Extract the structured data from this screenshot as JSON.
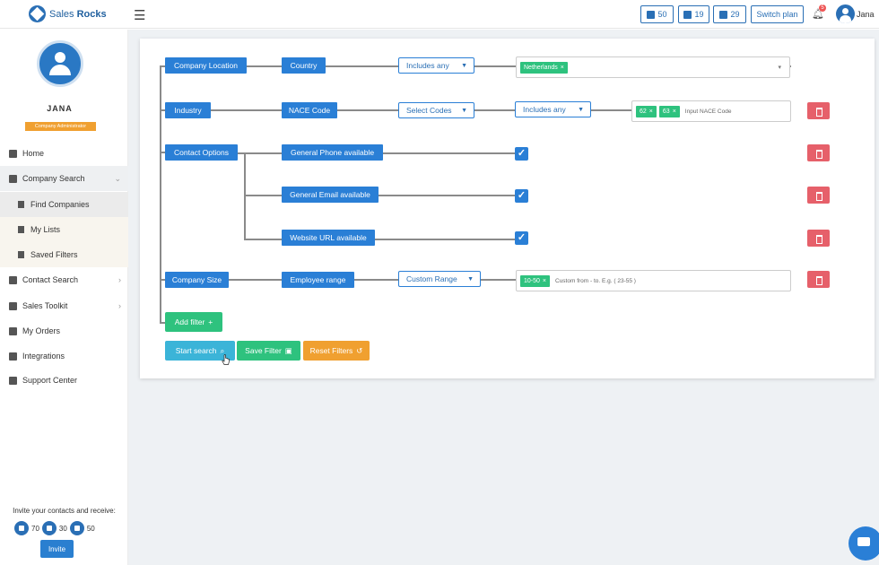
{
  "app": {
    "brand_prefix": "Sales",
    "brand_bold": "Rocks"
  },
  "topbar": {
    "credits": [
      {
        "icon": "building-icon",
        "value": "50"
      },
      {
        "icon": "contact-card-icon",
        "value": "19"
      },
      {
        "icon": "briefcase-icon",
        "value": "29"
      }
    ],
    "switch_plan": "Switch plan",
    "notification_count": "5",
    "user": "Jana"
  },
  "sidebar": {
    "name": "JANA",
    "role": "Company Administrator",
    "items": [
      {
        "label": "Home",
        "icon": "home-icon"
      },
      {
        "label": "Company Search",
        "icon": "building-icon"
      },
      {
        "label": "Find Companies",
        "icon": "document-icon"
      },
      {
        "label": "My Lists",
        "icon": "list-icon"
      },
      {
        "label": "Saved Filters",
        "icon": "search-icon"
      },
      {
        "label": "Contact Search",
        "icon": "contact-card-icon"
      },
      {
        "label": "Sales Toolkit",
        "icon": "briefcase-icon"
      },
      {
        "label": "My Orders",
        "icon": "cart-icon"
      },
      {
        "label": "Integrations",
        "icon": "gear-icon"
      },
      {
        "label": "Support Center",
        "icon": "question-icon"
      }
    ],
    "invite_text": "Invite your contacts and receive:",
    "invite_rewards": [
      "70",
      "30",
      "50"
    ],
    "invite_button": "Invite"
  },
  "filters": {
    "company_location": {
      "label": "Company Location",
      "field": "Country",
      "operator": "Includes any",
      "tags": [
        "Netherlands"
      ]
    },
    "industry": {
      "label": "Industry",
      "field": "NACE Code",
      "selector": "Select Codes",
      "operator": "Includes any",
      "tags": [
        "62",
        "63"
      ],
      "placeholder": "Input NACE Code"
    },
    "contact_options": {
      "label": "Contact Options",
      "options": [
        "General Phone available",
        "General Email available",
        "Website URL available"
      ]
    },
    "company_size": {
      "label": "Company Size",
      "field": "Employee range",
      "operator": "Custom Range",
      "tags": [
        "10-50"
      ],
      "placeholder": "Custom from - to.  E.g. ( 23-55 )"
    },
    "add_filter": "Add filter",
    "start_search": "Start search",
    "save_filter": "Save Filter",
    "reset_filters": "Reset Filters"
  },
  "colors": {
    "primary": "#2a7fd6",
    "green": "#2ec27e",
    "orange": "#f0a030",
    "red": "#e6606a",
    "cyan": "#3bb4d8"
  }
}
